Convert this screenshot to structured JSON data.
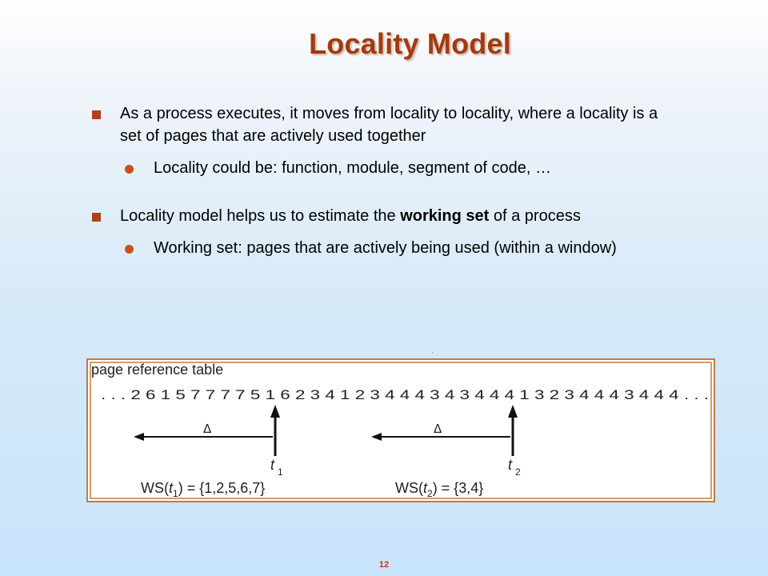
{
  "slide": {
    "title": "Locality Model",
    "page_number": "12"
  },
  "bullets": {
    "b1": "As a process executes, it moves from locality to locality, where a locality is a set of pages that are actively used together",
    "b1_sub": "Locality could be:  function, module, segment of code, …",
    "b2_pre": "Locality model helps us to estimate the ",
    "b2_bold": "working set",
    "b2_post": " of a process",
    "b2_sub": "Working set: pages that are actively being used (within a window)"
  },
  "figure": {
    "heading": "page reference table",
    "reference_string": ". . . 2 6 1 5 7 7 7 7 5 1 6 2 3 4 1 2 3 4 4 4 3 4 3 4 4 4 1 3 2 3 4 4 4 3 4 4 4 . . .",
    "delta_left": "Δ",
    "delta_right": "Δ",
    "t1_base": "t",
    "t1_sub": "1",
    "t2_base": "t",
    "t2_sub": "2",
    "ws1_pre": "WS(",
    "ws1_t": "t",
    "ws1_sub": "1",
    "ws1_post": ") = {1,2,5,6,7}",
    "ws2_pre": "WS(",
    "ws2_t": "t",
    "ws2_sub": "2",
    "ws2_post": ") = {3,4}",
    "frame_color": "#c47b39"
  }
}
